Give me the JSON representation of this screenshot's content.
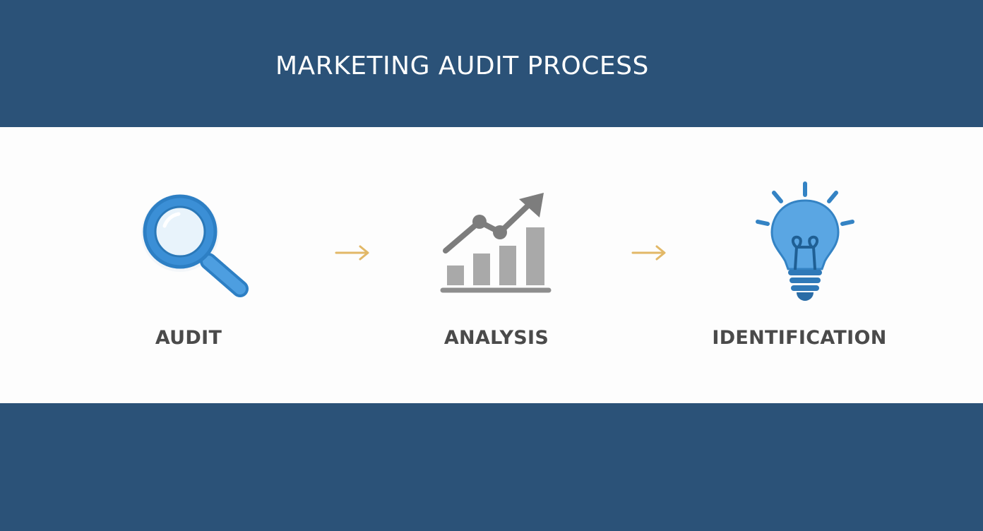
{
  "title": "MARKETING AUDIT PROCESS",
  "steps": [
    {
      "label": "AUDIT",
      "icon": "magnifying-glass-icon"
    },
    {
      "label": "ANALYSIS",
      "icon": "bar-chart-trend-icon"
    },
    {
      "label": "IDENTIFICATION",
      "icon": "lightbulb-icon"
    }
  ],
  "colors": {
    "band": "#2b5278",
    "panel": "#fdfdfd",
    "accent_blue": "#3d8fd1",
    "chart_gray": "#8e8e8e",
    "arrow_gold": "#e2b867",
    "label_text": "#4a4a4a"
  }
}
